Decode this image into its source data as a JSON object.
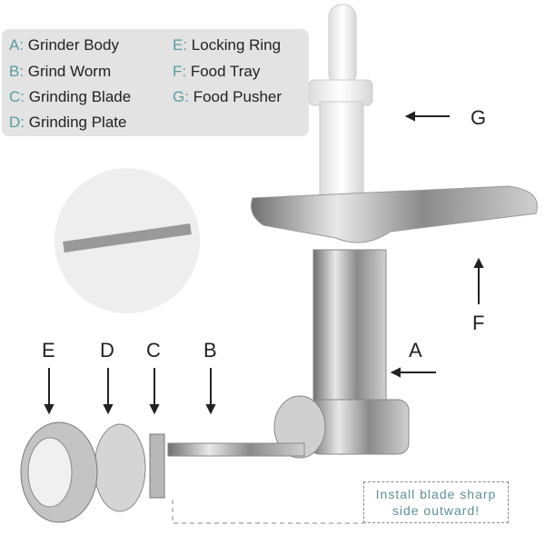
{
  "legend": {
    "items": [
      {
        "key": "A:",
        "label": "Grinder Body"
      },
      {
        "key": "B:",
        "label": "Grind Worm"
      },
      {
        "key": "C:",
        "label": "Grinding Blade"
      },
      {
        "key": "D:",
        "label": "Grinding Plate"
      },
      {
        "key": "E:",
        "label": "Locking Ring"
      },
      {
        "key": "F:",
        "label": "Food Tray"
      },
      {
        "key": "G:",
        "label": "Food Pusher"
      }
    ]
  },
  "callouts": {
    "A": "A",
    "B": "B",
    "C": "C",
    "D": "D",
    "E": "E",
    "F": "F",
    "G": "G"
  },
  "note": {
    "line1": "Install blade sharp",
    "line2": "side outward!"
  },
  "colors": {
    "legend_bg": "#e3e3e3",
    "key_color": "#5b9c9f",
    "note_color": "#5f8f95"
  }
}
